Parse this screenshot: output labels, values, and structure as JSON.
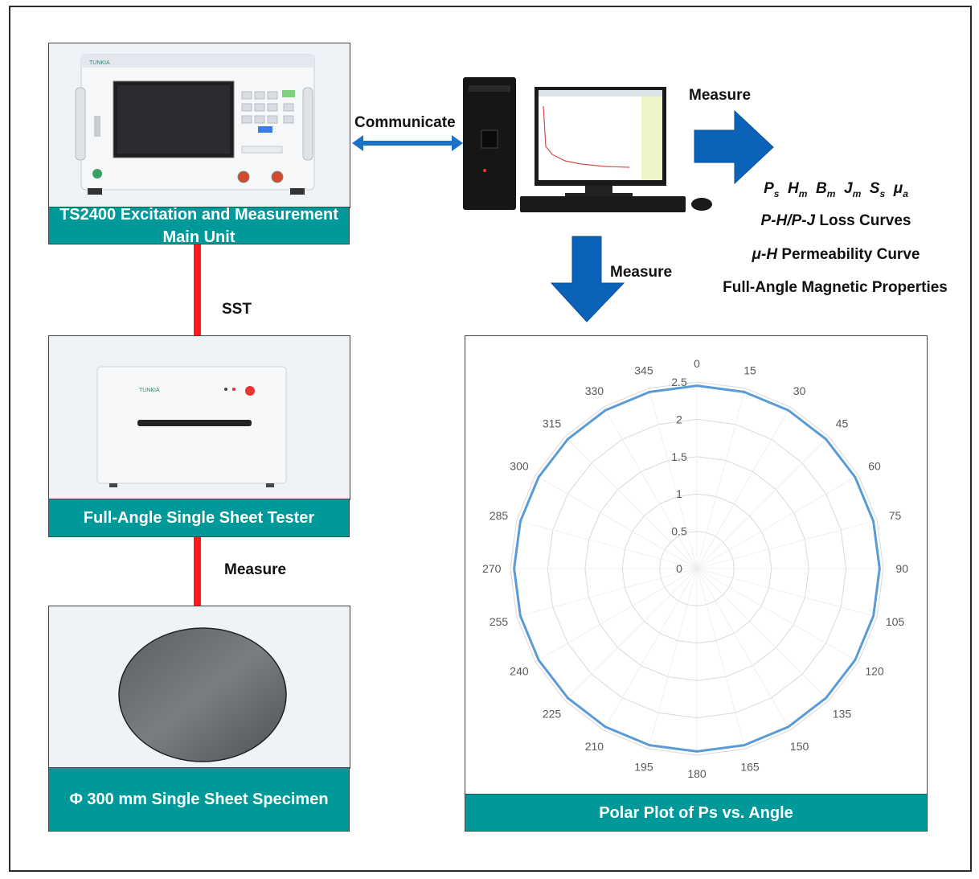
{
  "labels": {
    "main_unit": "TS2400 Excitation and Measurement Main Unit",
    "tester": "Full-Angle Single Sheet Tester",
    "specimen": "Φ 300 mm Single Sheet Specimen",
    "polar_caption": "Polar Plot of Ps vs. Angle",
    "communicate": "Communicate",
    "sst": "SST",
    "measure_tester": "Measure",
    "measure_right": "Measure",
    "measure_down": "Measure"
  },
  "properties": {
    "line1_symbols": [
      "P",
      "s",
      "H",
      "m",
      "B",
      "m",
      "J",
      "m",
      "S",
      "s",
      "μ",
      "a"
    ],
    "line2_italic": "P-H/P-J",
    "line2_rest": " Loss Curves",
    "line3_italic": "μ-H",
    "line3_rest": " Permeability Curve",
    "line4": "Full-Angle Magnetic Properties"
  },
  "device_text": {
    "main_unit_brand": "TUNKIA",
    "tester_brand": "TUNKIA"
  },
  "colors": {
    "teal": "#009999",
    "arrow_blue": "#0a63b8",
    "series_blue": "#5b9bd5",
    "connector_red": "#ff1a1a"
  },
  "chart_data": {
    "type": "polar",
    "angles": [
      0,
      15,
      30,
      45,
      60,
      75,
      90,
      105,
      120,
      135,
      150,
      165,
      180,
      195,
      210,
      225,
      240,
      255,
      270,
      285,
      300,
      315,
      330,
      345
    ],
    "angle_labels": [
      "0",
      "15",
      "30",
      "45",
      "60",
      "75",
      "90",
      "105",
      "120",
      "135",
      "150",
      "165",
      "180",
      "195",
      "210",
      "225",
      "240",
      "255",
      "270",
      "285",
      "300",
      "315",
      "330",
      "345"
    ],
    "radial_ticks": [
      0,
      0.5,
      1,
      1.5,
      2,
      2.5
    ],
    "radial_tick_labels": [
      "0",
      "0.5",
      "1",
      "1.5",
      "2",
      "2.5"
    ],
    "rlim": [
      0,
      2.5
    ],
    "series": [
      {
        "values": [
          2.45,
          2.45,
          2.45,
          2.45,
          2.45,
          2.45,
          2.45,
          2.45,
          2.45,
          2.45,
          2.45,
          2.45,
          2.45,
          2.45,
          2.45,
          2.45,
          2.45,
          2.45,
          2.45,
          2.45,
          2.45,
          2.45,
          2.45,
          2.45
        ]
      }
    ],
    "grid": true
  }
}
